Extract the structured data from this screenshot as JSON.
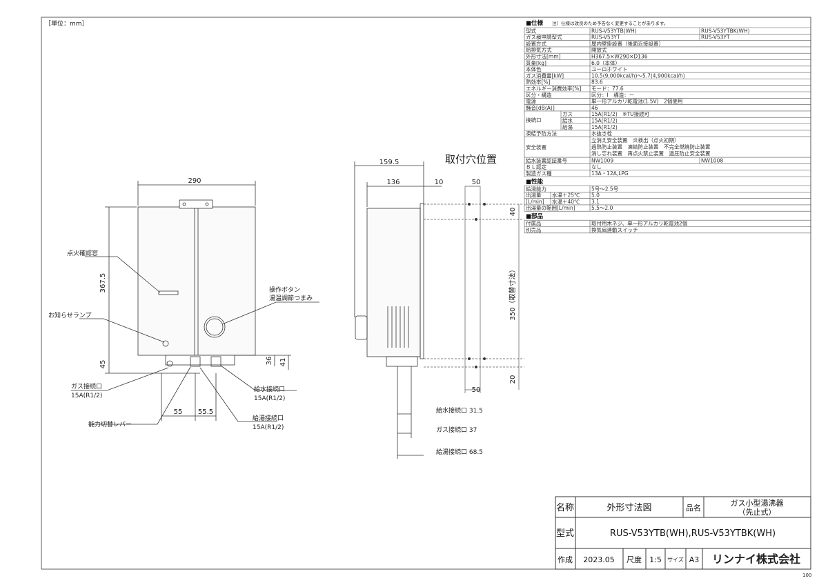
{
  "unit_label": "［単位：mm］",
  "page_number": "100",
  "front_view": {
    "width_dim": "290",
    "height_dim": "367.5",
    "bottom_dim": "45",
    "gas_offset_dim": "55",
    "water_offset_dim": "55.5",
    "side_dim_36": "36",
    "side_dim_41": "41",
    "labels": {
      "ignition_check": "点火確認窓",
      "notice_lamp": "お知らせランプ",
      "control_button_1": "操作ボタン",
      "control_button_2": "湯温調節つまみ",
      "gas_connection_1": "ガス接続口",
      "gas_connection_2": "15A(R1/2)",
      "capacity_lever": "能力切替レバー",
      "water_supply_1": "給水接続口",
      "water_supply_2": "15A(R1/2)",
      "hot_water_1": "給湯接続口",
      "hot_water_2": "15A(R1/2)"
    }
  },
  "side_view": {
    "depth_dim": "159.5",
    "body_dim": "136",
    "offset_dim": "10",
    "water_conn": "給水接続口 31.5",
    "gas_conn": "ガス接続口 37",
    "hot_conn": "給湯接続口 68.5"
  },
  "mount_view": {
    "title": "取付穴位置",
    "top_50": "50",
    "bottom_50": "50",
    "dim_40": "40",
    "dim_350": "350（取替寸法）",
    "dim_20": "20"
  },
  "spec": {
    "heading": "■仕様",
    "note": "注）仕様は改良のため予告なく変更することがあります。",
    "rows": [
      [
        "型式",
        "RUS-V53YTB(WH)",
        "RUS-V53YTBK(WH)"
      ],
      [
        "ガス検申請型式",
        "RUS-V53YT",
        "RUS-V53YT"
      ],
      [
        "設置方式",
        "屋内壁掛設置（後面近接設置）",
        ""
      ],
      [
        "給排気方式",
        "開放式",
        ""
      ],
      [
        "外形寸法[mm]",
        "H367.5×W290×D136",
        ""
      ],
      [
        "質量[kg]",
        "6.0（本体）",
        ""
      ],
      [
        "本体色",
        "ユーロホワイト",
        ""
      ],
      [
        "ガス消費量[kW]",
        "10.5(9,000kcal/h)～5.7(4,900kcal/h)",
        ""
      ],
      [
        "熱効率[%]",
        "83.6",
        ""
      ],
      [
        "エネルギー消費効率[%]",
        "モード：77.6",
        ""
      ],
      [
        "区分・構造",
        "区分：Ⅰ　構造：ー",
        ""
      ],
      [
        "電源",
        "単一形アルカリ乾電池(1.5V)　2個使用",
        ""
      ],
      [
        "騒音[dB(A)]",
        "46",
        ""
      ]
    ],
    "connection_label": "接続口",
    "connections": [
      [
        "ガス",
        "15A(R1/2)　※TU接続可"
      ],
      [
        "給水",
        "15A(R1/2)"
      ],
      [
        "給湯",
        "15A(R1/2)"
      ]
    ],
    "freeze_label": "凍結予防方法",
    "freeze_value": "水抜き栓",
    "safety_label": "安全装置",
    "safety_lines": [
      "立消え安全装置　炎検出（点火初期）",
      "過熱防止装置　凍結防止装置　不完全燃焼防止装置",
      "消し忘れ装置　再点火禁止装置　過圧防止安全装置"
    ],
    "cert_label": "給水装置認証番号",
    "cert_values": [
      "NW1009",
      "NW1008"
    ],
    "bl_label": "ＢＬ認定",
    "bl_value": "なし",
    "gas_type_label": "製造ガス種",
    "gas_type_value": "13A・12A,LPG"
  },
  "performance": {
    "heading": "■性能",
    "rows": [
      [
        "給湯能力",
        "",
        "5号～2.5号"
      ],
      [
        "出湯量",
        "水温＋25℃",
        "5.0"
      ],
      [
        "[L/min]",
        "水温＋40℃",
        "3.1"
      ],
      [
        "出湯量の範囲[L/min]",
        "",
        "5.5～2.0"
      ]
    ]
  },
  "parts": {
    "heading": "■部品",
    "rows": [
      [
        "付属品",
        "取付用木ネジ、単一形アルカリ乾電池2個"
      ],
      [
        "別売品",
        "換気扇連動スイッチ"
      ]
    ]
  },
  "title_block": {
    "name_label": "名称",
    "name_value": "外形寸法図",
    "product_label": "品名",
    "product_value_1": "ガス小型湯沸器",
    "product_value_2": "（先止式）",
    "model_label": "型式",
    "model_value": "RUS-V53YTB(WH),RUS-V53YTBK(WH)",
    "made_label": "作成",
    "made_value": "2023.05",
    "scale_label": "尺度",
    "scale_value": "1:5",
    "size_label": "サイズ",
    "size_value": "A3",
    "company": "リンナイ株式会社"
  }
}
